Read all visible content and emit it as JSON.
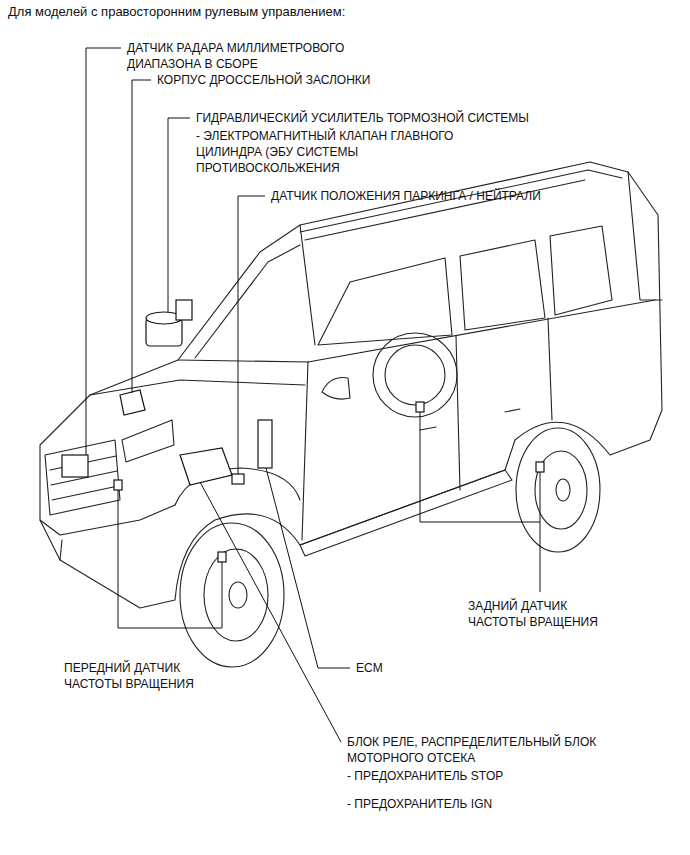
{
  "diagram": {
    "title": "Для моделей с правосторонним рулевым управлением:",
    "labels": [
      "ДАТЧИК РАДАРА МИЛЛИМЕТРОВОГО ДИАПАЗОНА В СБОРЕ",
      "КОРПУС ДРОССЕЛЬНОЙ ЗАСЛОНКИ",
      "ГИДРАВЛИЧЕСКИЙ УСИЛИТЕЛЬ ТОРМОЗНОЙ СИСТЕМЫ",
      "- ЭЛЕКТРОМАГНИТНЫЙ КЛАПАН ГЛАВНОГО ЦИЛИНДРА (ЭБУ СИСТЕМЫ ПРОТИВОСКОЛЬЖЕНИЯ",
      "ДАТЧИК ПОЛОЖЕНИЯ ПАРКИНГА / НЕЙТРАЛИ",
      "ЗАДНИЙ ДАТЧИК ЧАСТОТЫ ВРАЩЕНИЯ",
      "ECM",
      "ПЕРЕДНИЙ ДАТЧИК ЧАСТОТЫ ВРАЩЕНИЯ",
      "БЛОК РЕЛЕ, РАСПРЕДЕЛИТЕЛЬНЫЙ БЛОК МОТОРНОГО ОТСЕКА",
      "- ПРЕДОХРАНИТЕЛЬ STOP",
      "- ПРЕДОХРАНИТЕЛЬ IGN"
    ]
  }
}
